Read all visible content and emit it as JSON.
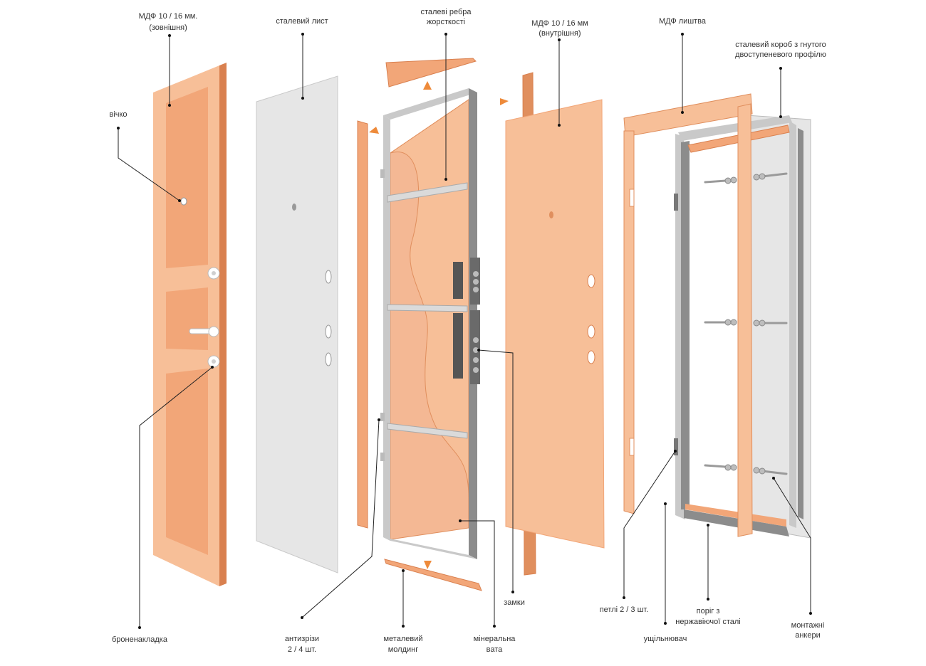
{
  "labels": {
    "mdf_outer_l1": "МДФ 10 / 16 мм.",
    "mdf_outer_l2": "(зовнішня)",
    "steel_sheet": "сталевий лист",
    "ribs_l1": "сталеві ребра",
    "ribs_l2": "жорсткості",
    "mdf_inner_l1": "МДФ 10 / 16 мм",
    "mdf_inner_l2": "(внутрішня)",
    "mdf_trim": "МДФ лиштва",
    "box_l1": "сталевий короб з гнутого",
    "box_l2": "двоступеневого профілю",
    "peephole": "вічко",
    "armor_plate": "броненакладка",
    "anti_cut_l1": "антизрізи",
    "anti_cut_l2": "2 / 4 шт.",
    "molding_l1": "металевий",
    "molding_l2": "молдинг",
    "wool_l1": "мінеральна",
    "wool_l2": "вата",
    "locks": "замки",
    "hinges": "петлі 2 / 3 шт.",
    "seal": "ущільнювач",
    "threshold_l1": "поріг з",
    "threshold_l2": "нержавіючої сталі",
    "anchors_l1": "монтажні",
    "anchors_l2": "анкери"
  },
  "colors": {
    "mdf_light": "#F7BF98",
    "mdf_panel": "#F2A678",
    "mdf_edge": "#D9804F",
    "steel_light": "#E6E6E6",
    "steel_mid": "#C9C9C9",
    "steel_dark": "#8C8C8C",
    "arrow": "#EE8A3A",
    "wool": "#F4B894",
    "wool_edge": "#E08F5E",
    "line": "#222222"
  }
}
